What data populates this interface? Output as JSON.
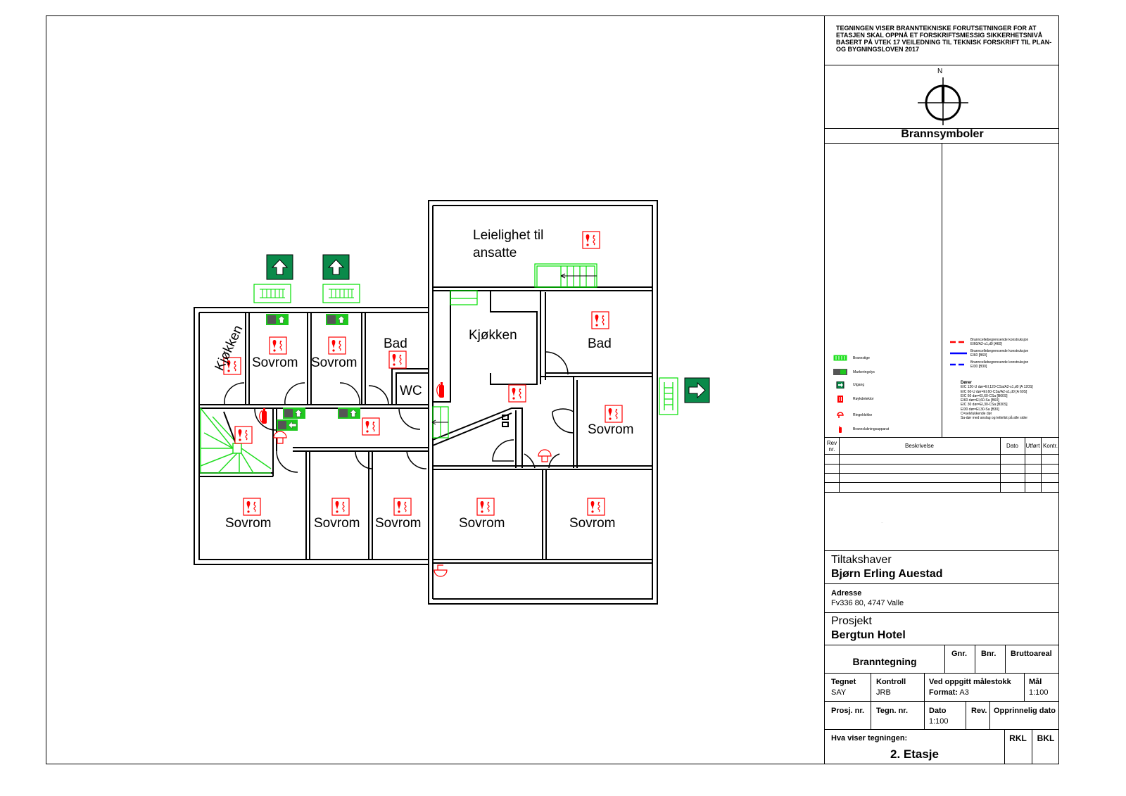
{
  "floorplan": {
    "rooms": [
      {
        "id": "kjokken-left",
        "label": "Kjøkken",
        "rotated": true
      },
      {
        "id": "sovrom-1",
        "label": "Sovrom"
      },
      {
        "id": "sovrom-2",
        "label": "Sovrom"
      },
      {
        "id": "bad-left",
        "label": "Bad"
      },
      {
        "id": "wc",
        "label": "WC"
      },
      {
        "id": "sovrom-3",
        "label": "Sovrom"
      },
      {
        "id": "sovrom-4",
        "label": "Sovrom"
      },
      {
        "id": "sovrom-5",
        "label": "Sovrom"
      },
      {
        "id": "leilighet",
        "label_line1": "Leielighet til",
        "label_line2": "ansatte"
      },
      {
        "id": "kjokken-right",
        "label": "Kjøkken"
      },
      {
        "id": "bad-right",
        "label": "Bad"
      },
      {
        "id": "sovrom-6",
        "label": "Sovrom"
      },
      {
        "id": "sovrom-7",
        "label": "Sovrom"
      },
      {
        "id": "sovrom-8",
        "label": "Sovrom"
      }
    ],
    "colors": {
      "wall": "#000000",
      "fire_red": "#ff0000",
      "escape_green": "#00dd00",
      "exit_sign": "#0a8a4a"
    }
  },
  "title_block": {
    "note": "TEGNINGEN VISER BRANNTEKNISKE FORUTSETNINGER FOR AT ETASJEN SKAL OPPNÅ ET FORSKRIFTSMESSIG SIKKERHETSNIVÅ BASERT PÅ VTEK 17 VEILEDNING TIL TEKNISK FORSKRIFT TIL PLAN- OG BYGNINGSLOVEN 2017",
    "north_label": "N",
    "legend_title": "Brannsymboler",
    "legend_left": [
      {
        "icon": "fire-ladder-icon",
        "label": "Brannstige"
      },
      {
        "icon": "marking-light-icon",
        "label": "Markeringslys"
      },
      {
        "icon": "exit-sign-icon",
        "label": "Utgang"
      },
      {
        "icon": "smoke-detector-icon",
        "label": "Røykdetektor"
      },
      {
        "icon": "fire-bell-icon",
        "label": "Ringeklokke"
      },
      {
        "icon": "fire-extinguisher-icon",
        "label": "Brannslukningsapparat"
      }
    ],
    "legend_right_lines": [
      {
        "style": "red-dashed",
        "line1": "Branncellebegrensende konstruksjon",
        "line2": "EI60/A2-s1,d0 [A60]"
      },
      {
        "style": "blue-solid",
        "line1": "Branncellebegrensende konstruksjon",
        "line2": "EI60 [B60]"
      },
      {
        "style": "blue-dashed",
        "line1": "Branncellebegrensende konstruksjon",
        "line2": "EI30 [B30]"
      }
    ],
    "doors_title": "Dører",
    "doors": [
      "EIC 120-U dør=EI,120-CSa/A2-s1,d0 [A 120S]",
      "EIC 60-U dør=EI,60-CSa/A2-s1,d0 [A 60S]",
      "EIC 60 dør=EI,60-CSa [B60S]",
      "EI60 dør=EI,60-Sa [B60]",
      "EIC 30 dør=EI,30-CSa [B30S]",
      "EI30 dør=EI,30-Sa [B30]",
      "C=selvlukkende dør",
      "Sa-dør med anslag og tettelist på alle sider"
    ],
    "revision_table": {
      "headers": {
        "rev": "Rev nr.",
        "desc": "Beskrivelse",
        "date": "Dato",
        "done": "Utført",
        "ctrl": "Kontr."
      },
      "rows": 4
    },
    "small_note": "...",
    "owner_label": "Tiltakshaver",
    "owner_name": "Bjørn Erling Auestad",
    "address_label": "Adresse",
    "address": "Fv336 80, 4747 Valle",
    "project_label": "Prosjekt",
    "project_name": "Bergtun Hotel",
    "drawing_type": "Branntegning",
    "gnr_label": "Gnr.",
    "bnr_label": "Bnr.",
    "gross_area_label": "Bruttoareal",
    "drawn_label": "Tegnet",
    "drawn_value": "SAY",
    "control_label": "Kontroll",
    "control_value": "JRB",
    "scale_note_label": "Ved oppgitt målestokk",
    "format_label": "Format:",
    "format_value": "A3",
    "scale_label": "Mål",
    "scale_value": "1:100",
    "project_no_label": "Prosj. nr.",
    "drawing_no_label": "Tegn. nr.",
    "date_label": "Dato",
    "date_value": "1:100",
    "rev_label": "Rev.",
    "orig_date_label": "Opprinnelig dato",
    "shows_label": "Hva viser tegningen:",
    "shows_value": "2. Etasje",
    "rkl_label": "RKL",
    "bkl_label": "BKL"
  }
}
